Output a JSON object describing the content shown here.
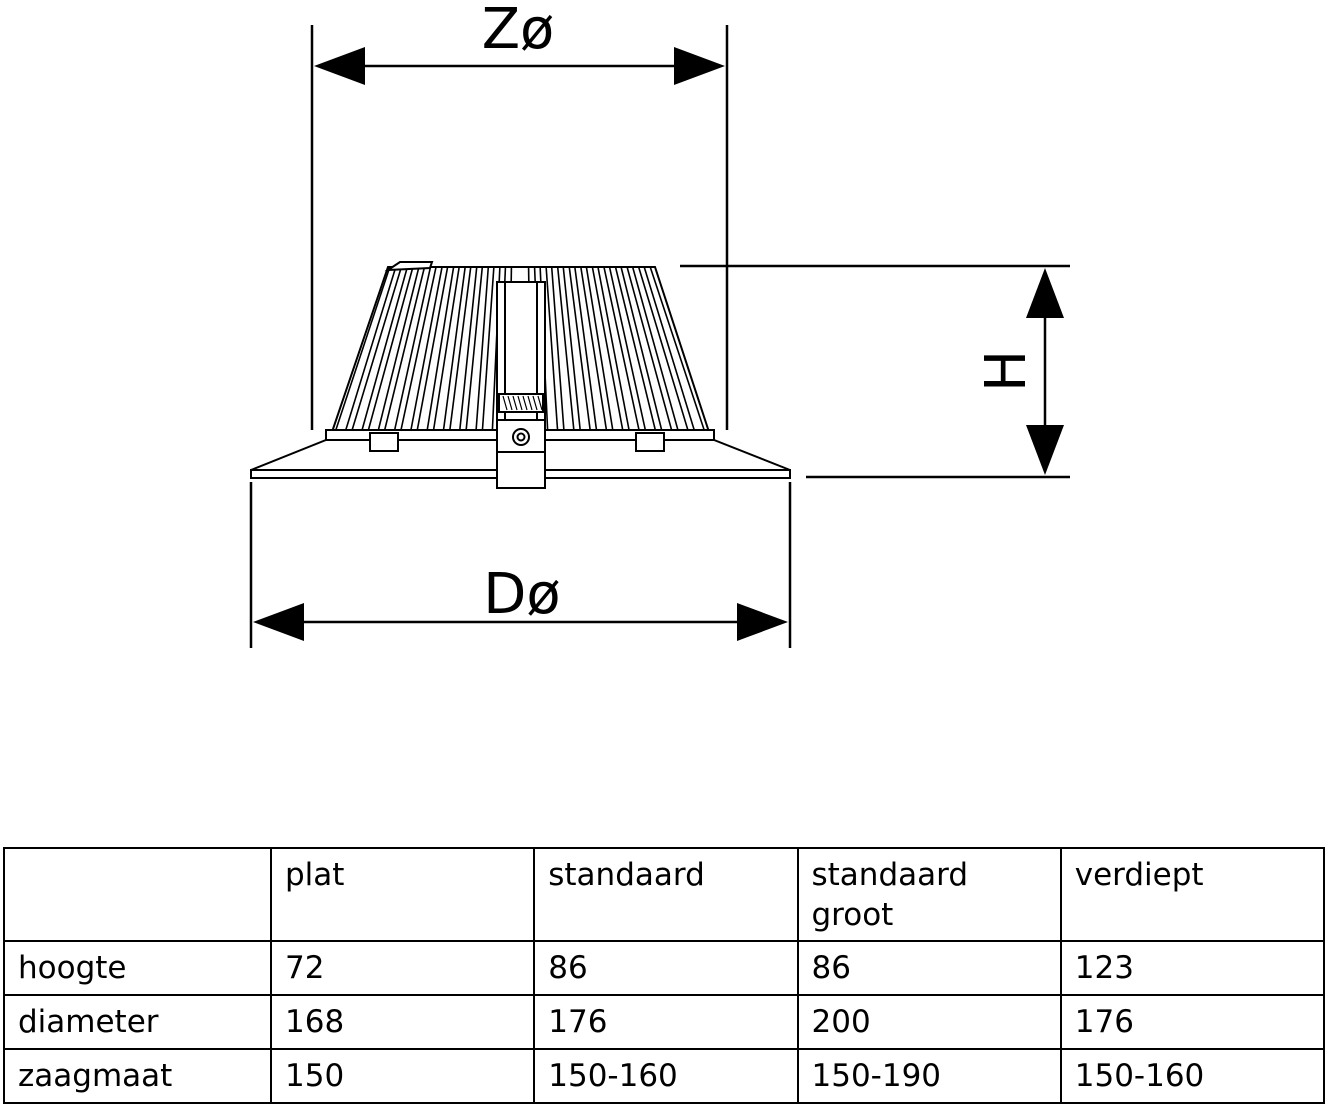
{
  "drawing": {
    "labels": {
      "top_diameter": "Zø",
      "bottom_diameter": "Dø",
      "height": "H"
    }
  },
  "table": {
    "header": [
      "",
      "plat",
      "standaard",
      "standaard\ngroot",
      "verdiept"
    ],
    "rows": [
      [
        "hoogte",
        "72",
        "86",
        "86",
        "123"
      ],
      [
        "diameter",
        "168",
        "176",
        "200",
        "176"
      ],
      [
        "zaagmaat",
        "150",
        "150-160",
        "150-190",
        "150-160"
      ]
    ]
  }
}
